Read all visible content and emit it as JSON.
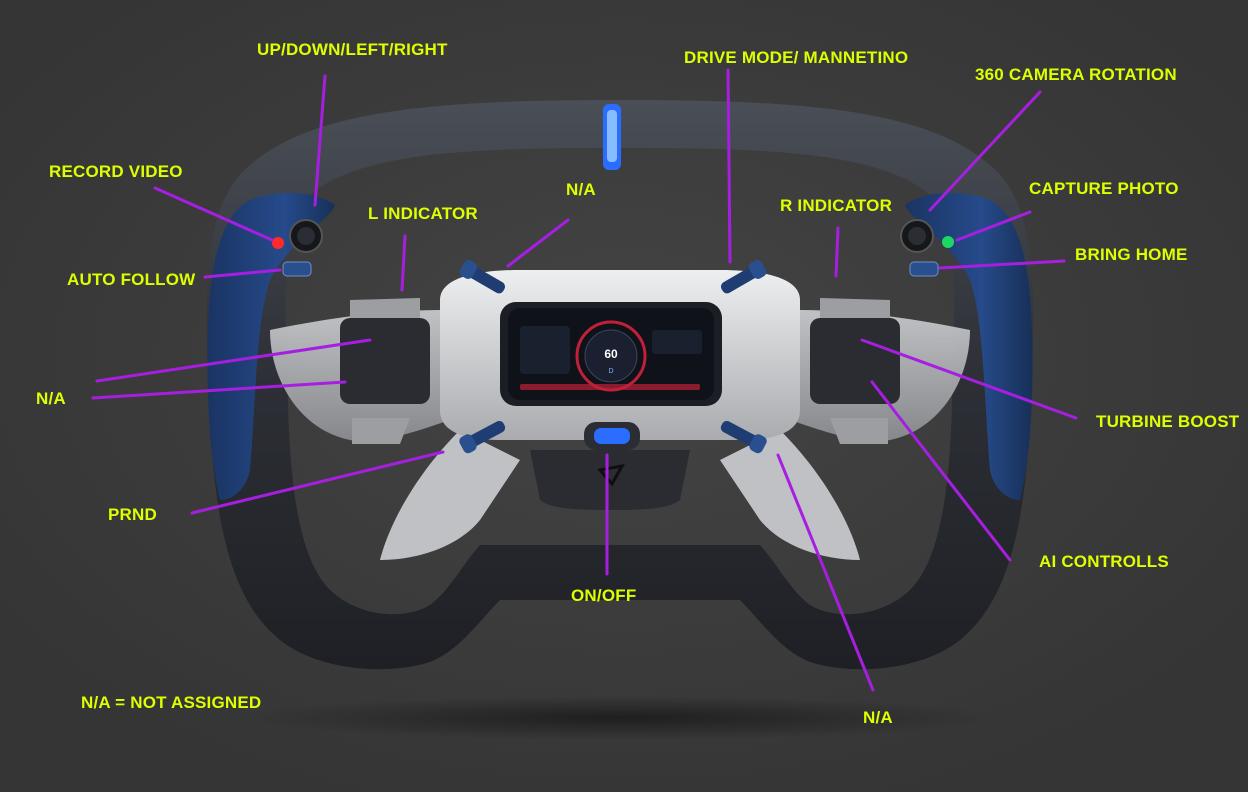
{
  "colors": {
    "background": "#3a3a3a",
    "label": "#ddff00",
    "leader_line": "#a61fe0",
    "wheel_rim": "#2d3036",
    "grip_blue": "#1f3c73",
    "hub_silver": "#d4d5d7",
    "accent_blue": "#2a6dff",
    "record_dot": "#ff2a2a",
    "capture_dot": "#1ed760"
  },
  "labels": {
    "up_down_left_right": "UP/DOWN/LEFT/RIGHT",
    "drive_mode": "DRIVE MODE/ MANNETINO",
    "camera_rotation": "360 CAMERA ROTATION",
    "record_video": "RECORD VIDEO",
    "na_top": "N/A",
    "capture_photo": "CAPTURE PHOTO",
    "l_indicator": "L INDICATOR",
    "r_indicator": "R INDICATOR",
    "bring_home": "BRING HOME",
    "auto_follow": "AUTO FOLLOW",
    "na_left": "N/A",
    "turbine_boost": "TURBINE BOOST",
    "prnd": "PRND",
    "ai_controls": "AI CONTROLLS",
    "on_off": "ON/OFF",
    "na_bottom": "N/A",
    "legend": "N/A = NOT ASSIGNED"
  },
  "display": {
    "speed": "60",
    "gear": "D"
  }
}
